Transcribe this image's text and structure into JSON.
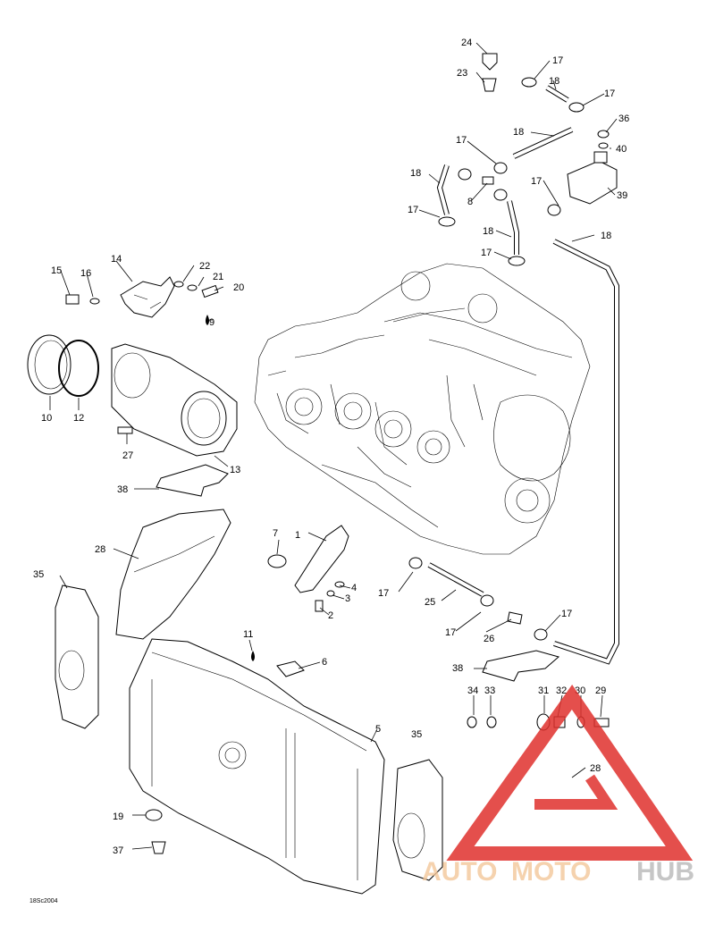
{
  "diagram": {
    "reference_code": "18Sc2004",
    "callouts": [
      {
        "id": "c1",
        "text": "1"
      },
      {
        "id": "c2",
        "text": "2"
      },
      {
        "id": "c3",
        "text": "3"
      },
      {
        "id": "c4",
        "text": "4"
      },
      {
        "id": "c5",
        "text": "5"
      },
      {
        "id": "c6",
        "text": "6"
      },
      {
        "id": "c7",
        "text": "7"
      },
      {
        "id": "c8",
        "text": "8"
      },
      {
        "id": "c9",
        "text": "9"
      },
      {
        "id": "c10",
        "text": "10"
      },
      {
        "id": "c11",
        "text": "11"
      },
      {
        "id": "c12",
        "text": "12"
      },
      {
        "id": "c13",
        "text": "13"
      },
      {
        "id": "c14",
        "text": "14"
      },
      {
        "id": "c15",
        "text": "15"
      },
      {
        "id": "c16",
        "text": "16"
      },
      {
        "id": "c17a",
        "text": "17"
      },
      {
        "id": "c17b",
        "text": "17"
      },
      {
        "id": "c17c",
        "text": "17"
      },
      {
        "id": "c17d",
        "text": "17"
      },
      {
        "id": "c17e",
        "text": "17"
      },
      {
        "id": "c17f",
        "text": "17"
      },
      {
        "id": "c17g",
        "text": "17"
      },
      {
        "id": "c17h",
        "text": "17"
      },
      {
        "id": "c17i",
        "text": "17"
      },
      {
        "id": "c18a",
        "text": "18"
      },
      {
        "id": "c18b",
        "text": "18"
      },
      {
        "id": "c18c",
        "text": "18"
      },
      {
        "id": "c18d",
        "text": "18"
      },
      {
        "id": "c18e",
        "text": "18"
      },
      {
        "id": "c19",
        "text": "19"
      },
      {
        "id": "c20",
        "text": "20"
      },
      {
        "id": "c21",
        "text": "21"
      },
      {
        "id": "c22",
        "text": "22"
      },
      {
        "id": "c23",
        "text": "23"
      },
      {
        "id": "c24",
        "text": "24"
      },
      {
        "id": "c25",
        "text": "25"
      },
      {
        "id": "c26",
        "text": "26"
      },
      {
        "id": "c27",
        "text": "27"
      },
      {
        "id": "c28a",
        "text": "28"
      },
      {
        "id": "c28b",
        "text": "28"
      },
      {
        "id": "c29",
        "text": "29"
      },
      {
        "id": "c30",
        "text": "30"
      },
      {
        "id": "c31",
        "text": "31"
      },
      {
        "id": "c32",
        "text": "32"
      },
      {
        "id": "c33",
        "text": "33"
      },
      {
        "id": "c34",
        "text": "34"
      },
      {
        "id": "c35a",
        "text": "35"
      },
      {
        "id": "c35b",
        "text": "35"
      },
      {
        "id": "c36",
        "text": "36"
      },
      {
        "id": "c37",
        "text": "37"
      },
      {
        "id": "c38a",
        "text": "38"
      },
      {
        "id": "c38b",
        "text": "38"
      },
      {
        "id": "c39",
        "text": "39"
      },
      {
        "id": "c40",
        "text": "40"
      }
    ]
  },
  "watermark": {
    "part1": "AUTO",
    "part2": "MOTO",
    "part3": "HUB",
    "color_light": "#f3c79a",
    "color_dark": "#b9b9b9",
    "logo_color": "#e0312d"
  }
}
